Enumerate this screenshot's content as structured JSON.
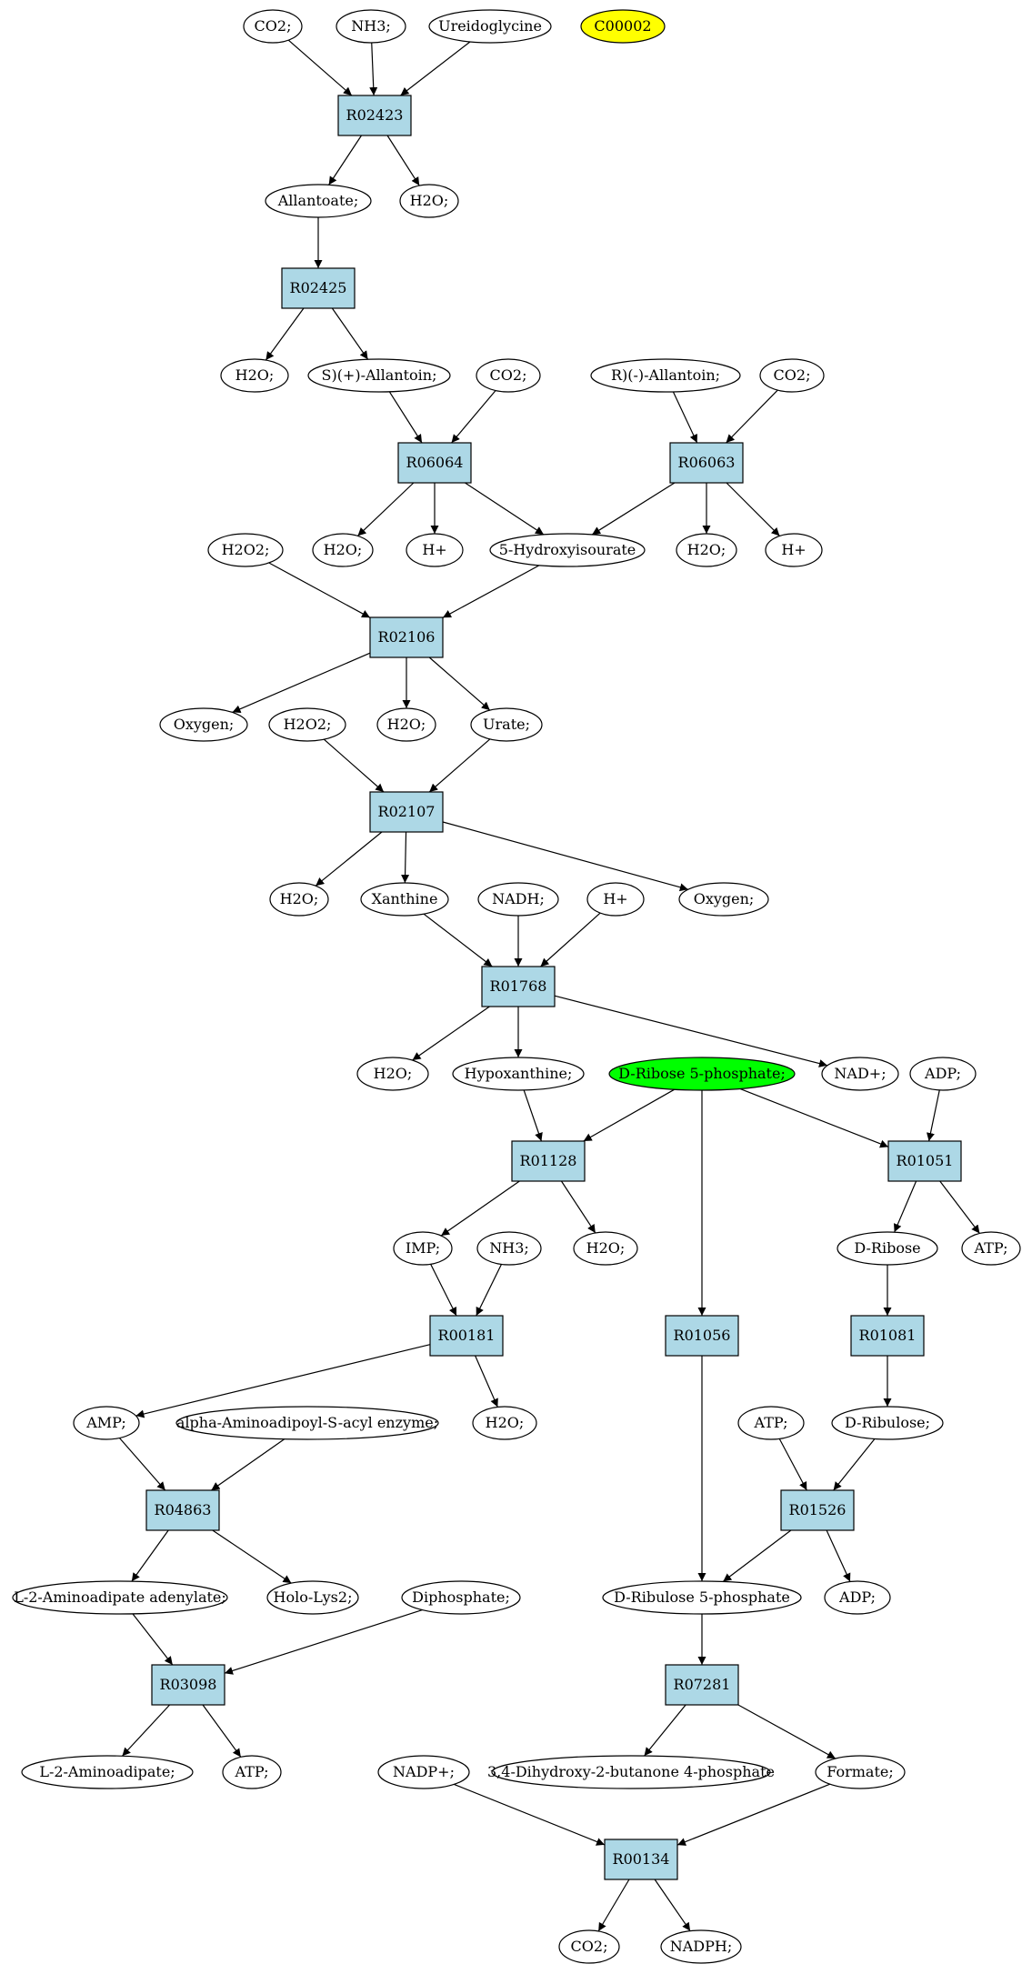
{
  "colors": {
    "reaction_fill": "#add8e6",
    "compound_fill": "#ffffff",
    "start_compound_fill": "#00ff00",
    "query_compound_fill": "#ffff00",
    "stroke": "#000000"
  },
  "nodes": {
    "co2_a": {
      "label": "CO2;",
      "kind": "compound",
      "fill": "compound"
    },
    "nh3_a": {
      "label": "NH3;",
      "kind": "compound",
      "fill": "compound"
    },
    "ureidoglycine": {
      "label": "Ureidoglycine",
      "kind": "compound",
      "fill": "compound"
    },
    "c00002": {
      "label": "C00002",
      "kind": "compound",
      "fill": "query"
    },
    "r02423": {
      "label": "R02423",
      "kind": "reaction"
    },
    "allantoate": {
      "label": "Allantoate;",
      "kind": "compound",
      "fill": "compound"
    },
    "h2o_a": {
      "label": "H2O;",
      "kind": "compound",
      "fill": "compound"
    },
    "r02425": {
      "label": "R02425",
      "kind": "reaction"
    },
    "h2o_b": {
      "label": "H2O;",
      "kind": "compound",
      "fill": "compound"
    },
    "s_allantoin": {
      "label": "S)(+)-Allantoin;",
      "kind": "compound",
      "fill": "compound"
    },
    "co2_b": {
      "label": "CO2;",
      "kind": "compound",
      "fill": "compound"
    },
    "r_allantoin": {
      "label": "R)(-)-Allantoin;",
      "kind": "compound",
      "fill": "compound"
    },
    "co2_c": {
      "label": "CO2;",
      "kind": "compound",
      "fill": "compound"
    },
    "r06064": {
      "label": "R06064",
      "kind": "reaction"
    },
    "r06063": {
      "label": "R06063",
      "kind": "reaction"
    },
    "h2o2_a": {
      "label": "H2O2;",
      "kind": "compound",
      "fill": "compound"
    },
    "h2o_c": {
      "label": "H2O;",
      "kind": "compound",
      "fill": "compound"
    },
    "hplus_a": {
      "label": "H+",
      "kind": "compound",
      "fill": "compound"
    },
    "hydroxyisourate": {
      "label": "5-Hydroxyisourate",
      "kind": "compound",
      "fill": "compound"
    },
    "h2o_d": {
      "label": "H2O;",
      "kind": "compound",
      "fill": "compound"
    },
    "hplus_b": {
      "label": "H+",
      "kind": "compound",
      "fill": "compound"
    },
    "r02106": {
      "label": "R02106",
      "kind": "reaction"
    },
    "oxygen_a": {
      "label": "Oxygen;",
      "kind": "compound",
      "fill": "compound"
    },
    "h2o2_b": {
      "label": "H2O2;",
      "kind": "compound",
      "fill": "compound"
    },
    "h2o_e": {
      "label": "H2O;",
      "kind": "compound",
      "fill": "compound"
    },
    "urate": {
      "label": "Urate;",
      "kind": "compound",
      "fill": "compound"
    },
    "r02107": {
      "label": "R02107",
      "kind": "reaction"
    },
    "h2o_f": {
      "label": "H2O;",
      "kind": "compound",
      "fill": "compound"
    },
    "xanthine": {
      "label": "Xanthine",
      "kind": "compound",
      "fill": "compound"
    },
    "nadh": {
      "label": "NADH;",
      "kind": "compound",
      "fill": "compound"
    },
    "hplus_c": {
      "label": "H+",
      "kind": "compound",
      "fill": "compound"
    },
    "oxygen_b": {
      "label": "Oxygen;",
      "kind": "compound",
      "fill": "compound"
    },
    "r01768": {
      "label": "R01768",
      "kind": "reaction"
    },
    "h2o_g": {
      "label": "H2O;",
      "kind": "compound",
      "fill": "compound"
    },
    "hypoxanthine": {
      "label": "Hypoxanthine;",
      "kind": "compound",
      "fill": "compound"
    },
    "ribose5p": {
      "label": "D-Ribose 5-phosphate;",
      "kind": "compound",
      "fill": "start"
    },
    "nadplus": {
      "label": "NAD+;",
      "kind": "compound",
      "fill": "compound"
    },
    "adp_a": {
      "label": "ADP;",
      "kind": "compound",
      "fill": "compound"
    },
    "r01128": {
      "label": "R01128",
      "kind": "reaction"
    },
    "r01051": {
      "label": "R01051",
      "kind": "reaction"
    },
    "imp": {
      "label": "IMP;",
      "kind": "compound",
      "fill": "compound"
    },
    "nh3_b": {
      "label": "NH3;",
      "kind": "compound",
      "fill": "compound"
    },
    "h2o_h": {
      "label": "H2O;",
      "kind": "compound",
      "fill": "compound"
    },
    "dribose": {
      "label": "D-Ribose",
      "kind": "compound",
      "fill": "compound"
    },
    "atp_a": {
      "label": "ATP;",
      "kind": "compound",
      "fill": "compound"
    },
    "r00181": {
      "label": "R00181",
      "kind": "reaction"
    },
    "r01056": {
      "label": "R01056",
      "kind": "reaction"
    },
    "r01081": {
      "label": "R01081",
      "kind": "reaction"
    },
    "amp": {
      "label": "AMP;",
      "kind": "compound",
      "fill": "compound"
    },
    "aminoadipoyl": {
      "label": "alpha-Aminoadipoyl-S-acyl enzyme;",
      "kind": "compound",
      "fill": "compound"
    },
    "h2o_i": {
      "label": "H2O;",
      "kind": "compound",
      "fill": "compound"
    },
    "atp_b": {
      "label": "ATP;",
      "kind": "compound",
      "fill": "compound"
    },
    "dribulose": {
      "label": "D-Ribulose;",
      "kind": "compound",
      "fill": "compound"
    },
    "r04863": {
      "label": "R04863",
      "kind": "reaction"
    },
    "r01526": {
      "label": "R01526",
      "kind": "reaction"
    },
    "l2_adenylate": {
      "label": "L-2-Aminoadipate adenylate;",
      "kind": "compound",
      "fill": "compound"
    },
    "holo_lys2": {
      "label": "Holo-Lys2;",
      "kind": "compound",
      "fill": "compound"
    },
    "diphosphate": {
      "label": "Diphosphate;",
      "kind": "compound",
      "fill": "compound"
    },
    "ribulose5p": {
      "label": "D-Ribulose 5-phosphate",
      "kind": "compound",
      "fill": "compound"
    },
    "adp_b": {
      "label": "ADP;",
      "kind": "compound",
      "fill": "compound"
    },
    "r03098": {
      "label": "R03098",
      "kind": "reaction"
    },
    "r07281": {
      "label": "R07281",
      "kind": "reaction"
    },
    "l2_aminoadipate": {
      "label": "L-2-Aminoadipate;",
      "kind": "compound",
      "fill": "compound"
    },
    "atp_c": {
      "label": "ATP;",
      "kind": "compound",
      "fill": "compound"
    },
    "nadpplus": {
      "label": "NADP+;",
      "kind": "compound",
      "fill": "compound"
    },
    "dihydroxybutanone": {
      "label": "3,4-Dihydroxy-2-butanone 4-phosphate",
      "kind": "compound",
      "fill": "compound"
    },
    "formate": {
      "label": "Formate;",
      "kind": "compound",
      "fill": "compound"
    },
    "r00134": {
      "label": "R00134",
      "kind": "reaction"
    },
    "co2_d": {
      "label": "CO2;",
      "kind": "compound",
      "fill": "compound"
    },
    "nadph": {
      "label": "NADPH;",
      "kind": "compound",
      "fill": "compound"
    }
  },
  "edges": [
    [
      "co2_a",
      "r02423"
    ],
    [
      "nh3_a",
      "r02423"
    ],
    [
      "ureidoglycine",
      "r02423"
    ],
    [
      "r02423",
      "allantoate"
    ],
    [
      "r02423",
      "h2o_a"
    ],
    [
      "allantoate",
      "r02425"
    ],
    [
      "r02425",
      "h2o_b"
    ],
    [
      "r02425",
      "s_allantoin"
    ],
    [
      "s_allantoin",
      "r06064"
    ],
    [
      "co2_b",
      "r06064"
    ],
    [
      "r_allantoin",
      "r06063"
    ],
    [
      "co2_c",
      "r06063"
    ],
    [
      "r06064",
      "h2o_c"
    ],
    [
      "r06064",
      "hplus_a"
    ],
    [
      "r06064",
      "hydroxyisourate"
    ],
    [
      "r06063",
      "hydroxyisourate"
    ],
    [
      "r06063",
      "h2o_d"
    ],
    [
      "r06063",
      "hplus_b"
    ],
    [
      "h2o2_a",
      "r02106"
    ],
    [
      "hydroxyisourate",
      "r02106"
    ],
    [
      "r02106",
      "oxygen_a"
    ],
    [
      "r02106",
      "h2o_e"
    ],
    [
      "r02106",
      "urate"
    ],
    [
      "h2o2_b",
      "r02107"
    ],
    [
      "urate",
      "r02107"
    ],
    [
      "r02107",
      "h2o_f"
    ],
    [
      "r02107",
      "xanthine"
    ],
    [
      "r02107",
      "oxygen_b"
    ],
    [
      "xanthine",
      "r01768"
    ],
    [
      "nadh",
      "r01768"
    ],
    [
      "hplus_c",
      "r01768"
    ],
    [
      "r01768",
      "h2o_g"
    ],
    [
      "r01768",
      "hypoxanthine"
    ],
    [
      "r01768",
      "nadplus"
    ],
    [
      "hypoxanthine",
      "r01128"
    ],
    [
      "ribose5p",
      "r01128"
    ],
    [
      "ribose5p",
      "r01056"
    ],
    [
      "ribose5p",
      "r01051"
    ],
    [
      "adp_a",
      "r01051"
    ],
    [
      "r01128",
      "imp"
    ],
    [
      "r01128",
      "h2o_h"
    ],
    [
      "r01051",
      "dribose"
    ],
    [
      "r01051",
      "atp_a"
    ],
    [
      "imp",
      "r00181"
    ],
    [
      "nh3_b",
      "r00181"
    ],
    [
      "r00181",
      "amp"
    ],
    [
      "r00181",
      "h2o_i"
    ],
    [
      "dribose",
      "r01081"
    ],
    [
      "r01081",
      "dribulose"
    ],
    [
      "amp",
      "r04863"
    ],
    [
      "aminoadipoyl",
      "r04863"
    ],
    [
      "atp_b",
      "r01526"
    ],
    [
      "dribulose",
      "r01526"
    ],
    [
      "r04863",
      "l2_adenylate"
    ],
    [
      "r04863",
      "holo_lys2"
    ],
    [
      "r01526",
      "ribulose5p"
    ],
    [
      "r01526",
      "adp_b"
    ],
    [
      "r01056",
      "ribulose5p"
    ],
    [
      "l2_adenylate",
      "r03098"
    ],
    [
      "diphosphate",
      "r03098"
    ],
    [
      "r03098",
      "l2_aminoadipate"
    ],
    [
      "r03098",
      "atp_c"
    ],
    [
      "ribulose5p",
      "r07281"
    ],
    [
      "r07281",
      "dihydroxybutanone"
    ],
    [
      "r07281",
      "formate"
    ],
    [
      "nadpplus",
      "r00134"
    ],
    [
      "formate",
      "r00134"
    ],
    [
      "r00134",
      "co2_d"
    ],
    [
      "r00134",
      "nadph"
    ]
  ]
}
